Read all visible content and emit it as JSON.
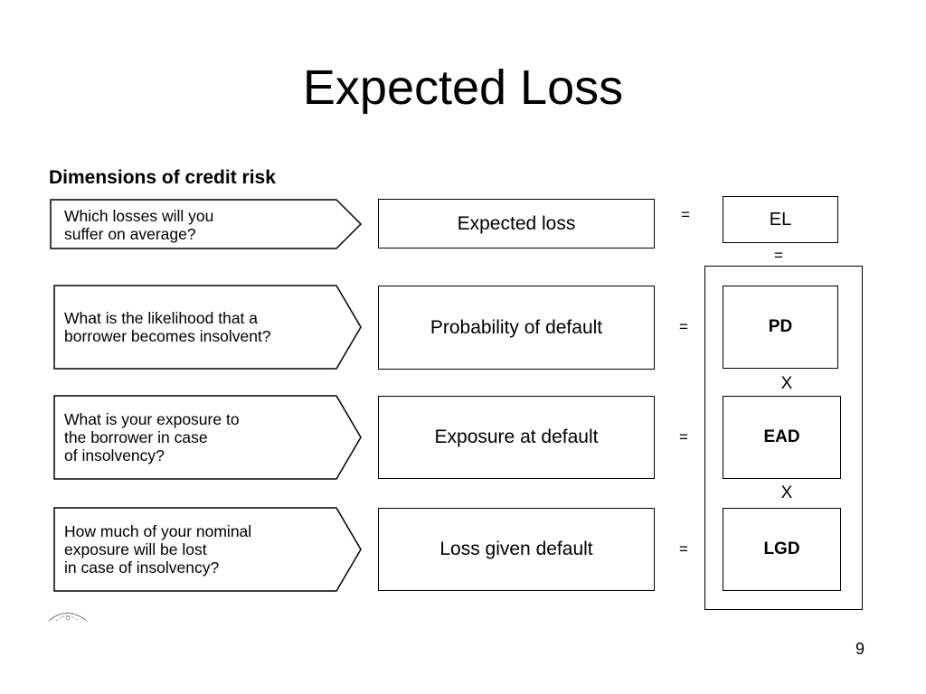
{
  "slide": {
    "title": "Expected Loss",
    "subtitle": "Dimensions of credit risk",
    "page_number": "9"
  },
  "rows": [
    {
      "question": "Which losses will you\nsuffer on average?",
      "dimension": "Expected loss",
      "equals": "=",
      "symbol": "EL"
    },
    {
      "question": "What is the likelihood that a\nborrower becomes insolvent?",
      "dimension": "Probability of default",
      "equals": "=",
      "symbol": "PD"
    },
    {
      "question": "What is your exposure to\nthe borrower in case\nof insolvency?",
      "dimension": "Exposure at default",
      "equals": "=",
      "symbol": "EAD"
    },
    {
      "question": "How much of your nominal\nexposure will be lost\nin case of insolvency?",
      "dimension": "Loss given default",
      "equals": "=",
      "symbol": "LGD"
    }
  ],
  "operators": {
    "el_equals": "=",
    "pd_times_ead": "X",
    "ead_times_lgd": "X"
  }
}
